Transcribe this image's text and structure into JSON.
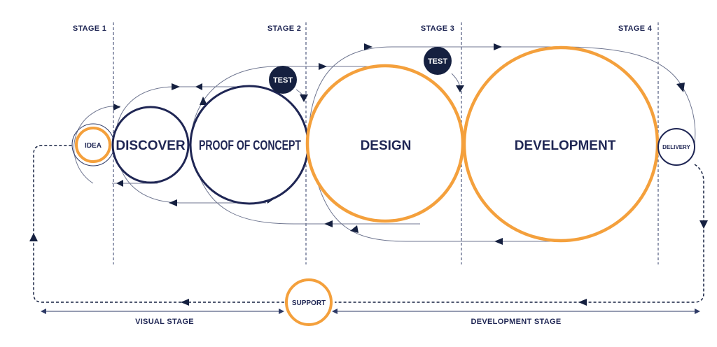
{
  "colors": {
    "navy": "#1f2654",
    "dark_navy": "#152040",
    "orange": "#f4a03c",
    "line": "#2e3a66",
    "gray_line": "#9aa0ae"
  },
  "stages": [
    "STAGE 1",
    "STAGE 2",
    "STAGE 3",
    "STAGE 4"
  ],
  "nodes": {
    "idea": "IDEA",
    "discover": "DISCOVER",
    "proof_of_concept": "PROOF OF CONCEPT",
    "design": "DESIGN",
    "development": "DEVELOPMENT",
    "delivery": "DELIVERY",
    "support": "SUPPORT"
  },
  "tests": [
    "TEST",
    "TEST"
  ],
  "bottom_labels": {
    "visual_stage": "VISUAL STAGE",
    "development_stage": "DEVELOPMENT STAGE"
  }
}
